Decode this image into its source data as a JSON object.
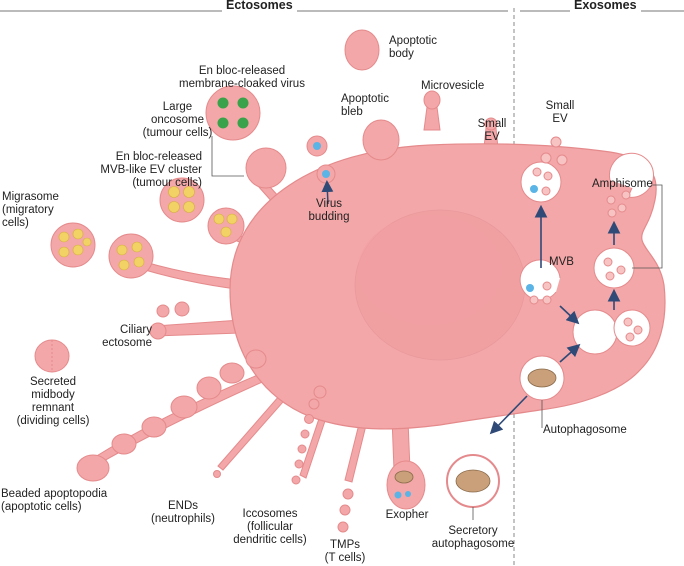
{
  "headers": {
    "ectosomes": "Ectosomes",
    "exosomes": "Exosomes"
  },
  "labels": {
    "apoptotic_body": "Apoptotic\nbody",
    "membrane_cloaked_virus": "En bloc-released\nmembrane-cloaked virus",
    "apoptotic_bleb": "Apoptotic\nbleb",
    "microvesicle": "Microvesicle",
    "large_oncosome": "Large\noncosome\n(tumour cells)",
    "small_ev_ecto": "Small\nEV",
    "small_ev_exo": "Small\nEV",
    "mvb_like_cluster": "En bloc-released\nMVB-like EV cluster\n(tumour cells)",
    "virus_budding": "Virus\nbudding",
    "amphisome": "Amphisome",
    "migrasome": "Migrasome\n(migratory\ncells)",
    "mvb": "MVB",
    "ciliary_ectosome": "Ciliary\nectosome",
    "midbody_remnant": "Secreted\nmidbody\nremnant\n(dividing cells)",
    "autophagosome": "Autophagosome",
    "beaded_apoptopodia": "Beaded apoptopodia\n(apoptotic cells)",
    "ends": "ENDs\n(neutrophils)",
    "iccosomes": "Iccosomes\n(follicular\ndendritic cells)",
    "exopher": "Exopher",
    "tmps": "TMPs\n(T cells)",
    "secretory_autophagosome": "Secretory\nautophagosome"
  },
  "colors": {
    "cell_fill": "#f3a7a8",
    "cell_light": "#f7c3c3",
    "cell_stroke": "#e58a8c",
    "vesicle_yellow": "#f2d264",
    "virus_green": "#3aa24a",
    "virus_blue": "#5ab4e6",
    "arrow_navy": "#2f4a77",
    "divider": "#888888"
  },
  "icons": [
    "virus-icon",
    "mitochondrion-icon",
    "arrow-icon"
  ]
}
